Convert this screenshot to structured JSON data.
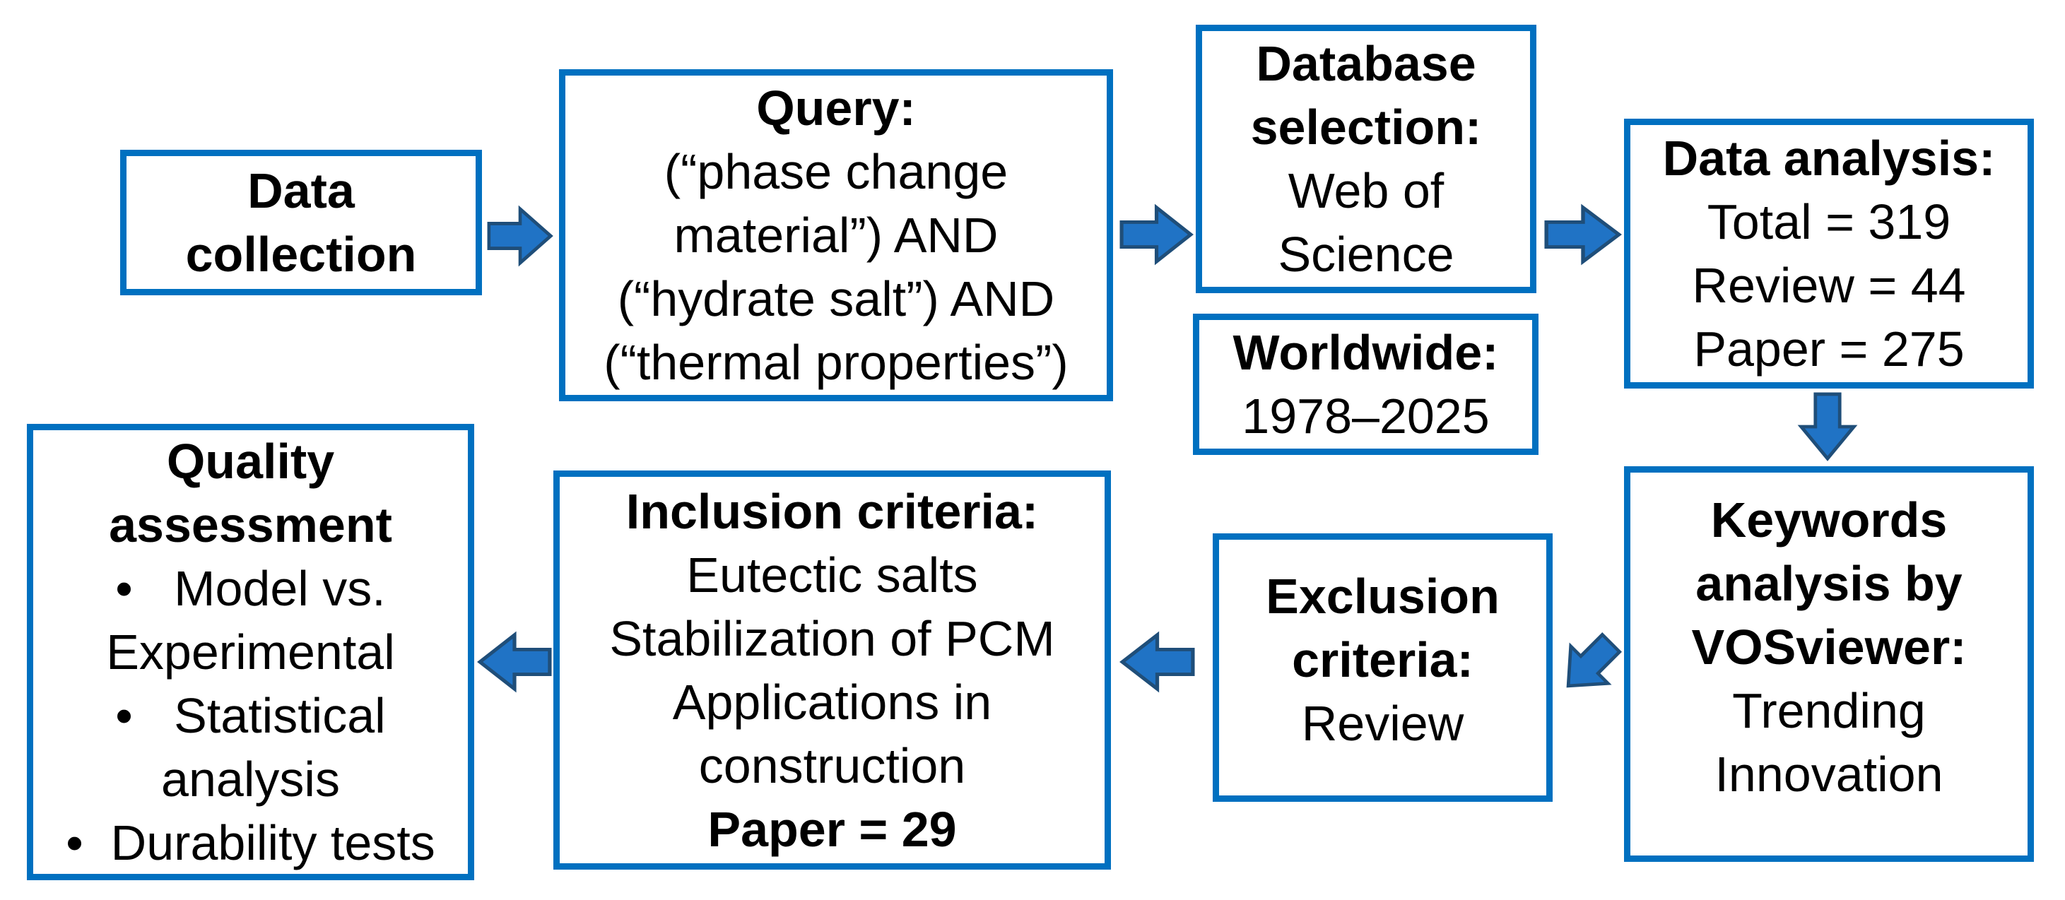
{
  "colors": {
    "box_border": "#0070C0",
    "arrow_fill": "#2073C5",
    "arrow_outline": "#1F4E79",
    "text": "#000000",
    "background": "#FFFFFF"
  },
  "boxes": {
    "data_collection": {
      "lines": [
        "Data",
        "collection"
      ]
    },
    "query": {
      "lines": [
        "Query:",
        "(“phase change",
        "material”) AND",
        "(“hydrate salt”) AND",
        "(“thermal properties”)"
      ]
    },
    "database_selection": {
      "lines": [
        "Database",
        "selection:",
        "Web of",
        "Science"
      ]
    },
    "worldwide": {
      "lines": [
        "Worldwide:",
        "1978–2025"
      ]
    },
    "data_analysis": {
      "lines": [
        "Data analysis:",
        "Total = 319",
        "Review = 44",
        "Paper = 275"
      ]
    },
    "keywords_analysis": {
      "lines": [
        "Keywords",
        "analysis by",
        "VOSviewer:",
        "Trending",
        "Innovation"
      ]
    },
    "exclusion_criteria": {
      "lines": [
        "Exclusion",
        "criteria:",
        "Review"
      ]
    },
    "inclusion_criteria": {
      "lines": [
        "Inclusion criteria:",
        "Eutectic salts",
        "Stabilization of PCM",
        "Applications in",
        "construction",
        "Paper = 29"
      ]
    },
    "quality_assessment": {
      "lines": [
        "Quality",
        "assessment",
        "•   Model vs.",
        "Experimental",
        "•   Statistical",
        "analysis",
        "•  Durability tests"
      ]
    }
  }
}
